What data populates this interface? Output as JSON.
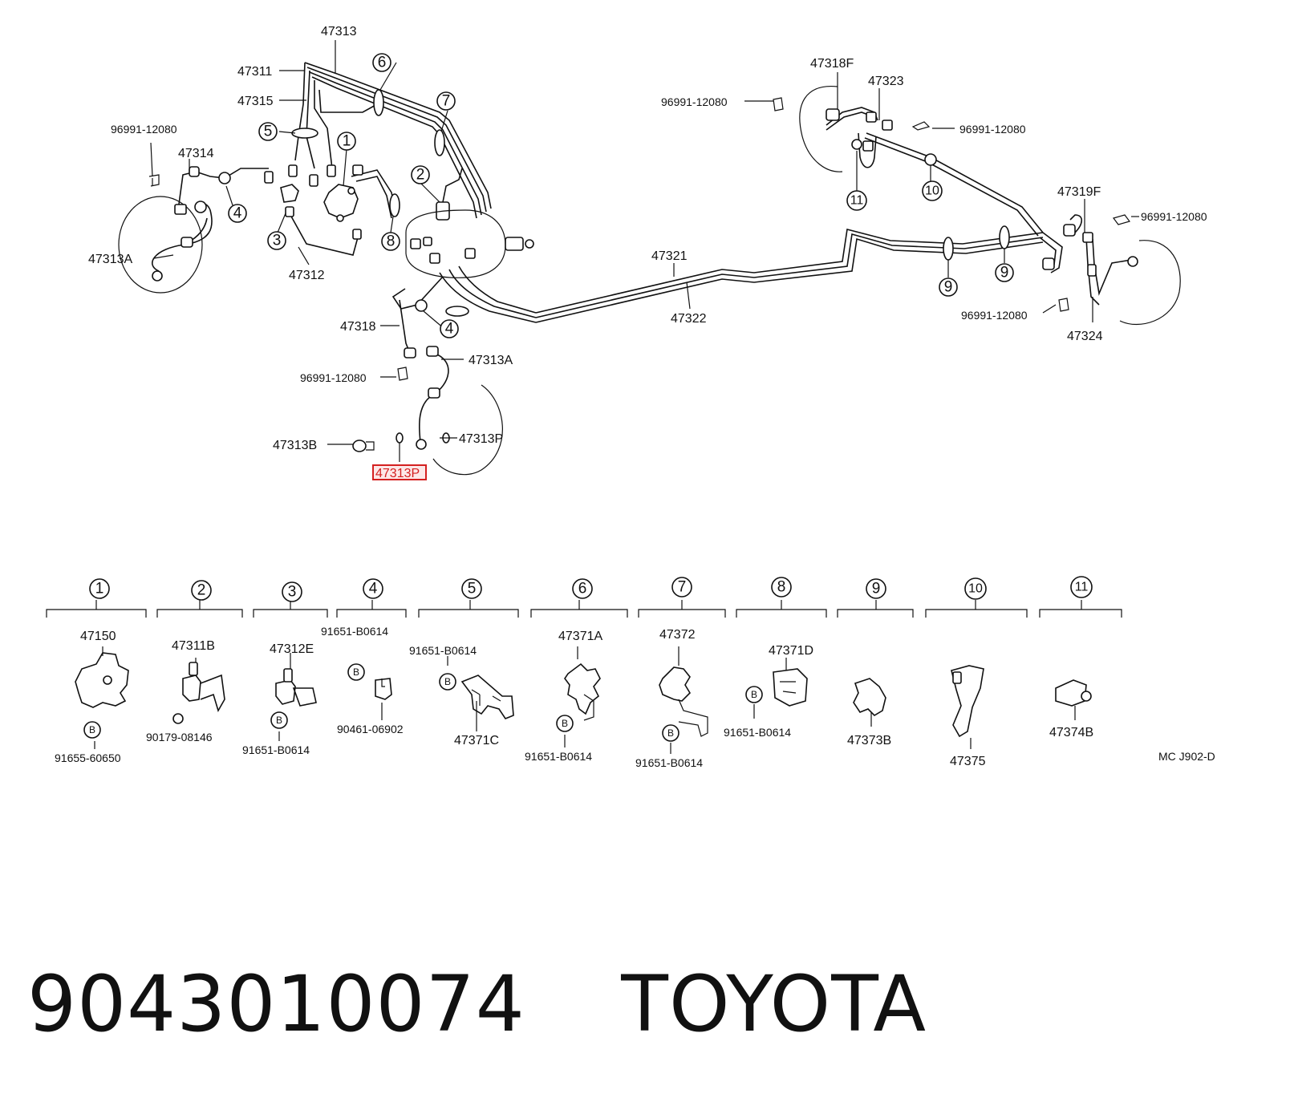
{
  "diagram": {
    "top_labels": {
      "l47313": "47313",
      "l47311": "47311",
      "l47315": "47315",
      "l96991_a": "96991-12080",
      "l47314": "47314",
      "l47313A_left": "47313A",
      "l47312": "47312",
      "l47318": "47318",
      "l96991_b": "96991-12080",
      "l47313A_mid": "47313A",
      "l47313B": "47313B",
      "l47313P_mid": "47313P",
      "l47313P_highlight": "47313P",
      "l47321": "47321",
      "l47322": "47322",
      "l47318F": "47318F",
      "l47323": "47323",
      "l96991_c": "96991-12080",
      "l96991_d": "96991-12080",
      "l47319F": "47319F",
      "l96991_e": "96991-12080",
      "l96991_f": "96991-12080",
      "l47324": "47324"
    },
    "callouts": [
      "1",
      "2",
      "3",
      "4",
      "5",
      "6",
      "7",
      "8",
      "9",
      "10",
      "11"
    ],
    "legend": [
      {
        "num": "1",
        "labels": [
          "47150",
          "91655-60650"
        ]
      },
      {
        "num": "2",
        "labels": [
          "47311B",
          "90179-08146"
        ]
      },
      {
        "num": "3",
        "labels": [
          "47312E",
          "91651-B0614"
        ]
      },
      {
        "num": "4",
        "labels": [
          "91651-B0614",
          "90461-06902"
        ]
      },
      {
        "num": "5",
        "labels": [
          "91651-B0614",
          "47371C"
        ]
      },
      {
        "num": "6",
        "labels": [
          "47371A",
          "91651-B0614"
        ]
      },
      {
        "num": "7",
        "labels": [
          "47372",
          "91651-B0614"
        ]
      },
      {
        "num": "8",
        "labels": [
          "47371D",
          "91651-B0614"
        ]
      },
      {
        "num": "9",
        "labels": [
          "47373B"
        ]
      },
      {
        "num": "10",
        "labels": [
          "47375"
        ]
      },
      {
        "num": "11",
        "labels": [
          "47374B"
        ]
      }
    ],
    "bolt_mark": "B",
    "drawing_code": "MC J902-D",
    "highlight_color": "#d42020"
  },
  "caption": {
    "part_number": "9043010074",
    "brand": "TOYOTA"
  }
}
